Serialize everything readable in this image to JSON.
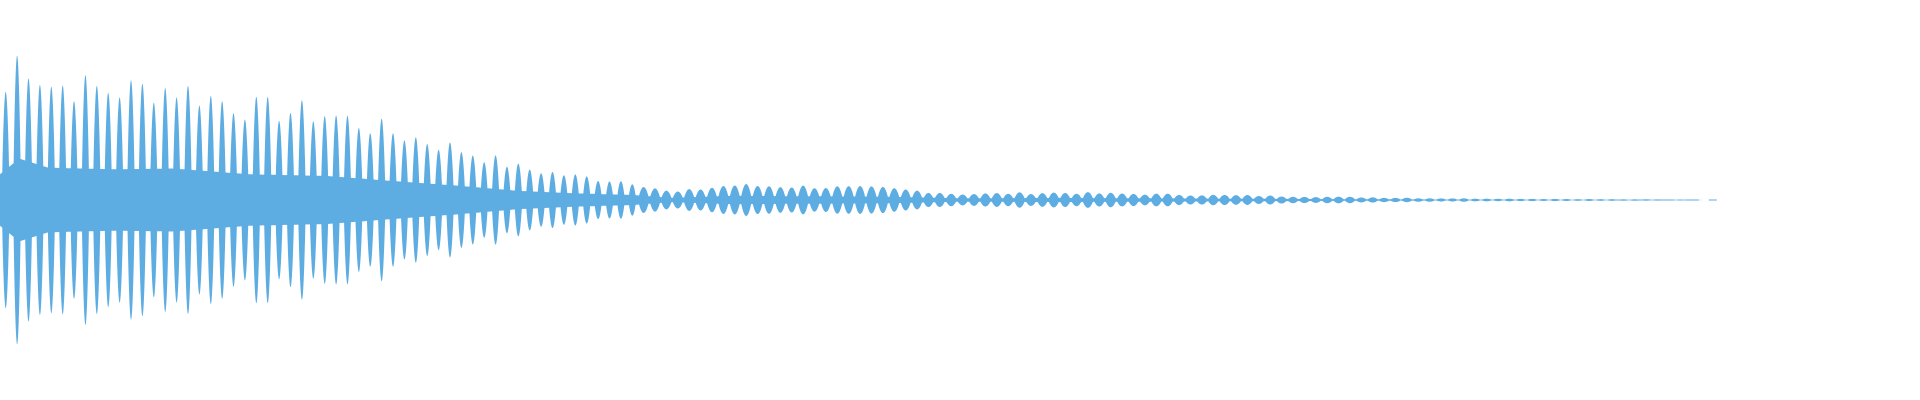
{
  "waveform": {
    "color": "#5dade2",
    "background": "#ffffff",
    "peak_amplitude": 1.0,
    "decay_envelope": [
      [
        0.0,
        0.62
      ],
      [
        0.01,
        1.0
      ],
      [
        0.025,
        0.78
      ],
      [
        0.06,
        0.74
      ],
      [
        0.09,
        0.76
      ],
      [
        0.13,
        0.62
      ],
      [
        0.17,
        0.58
      ],
      [
        0.21,
        0.44
      ],
      [
        0.24,
        0.34
      ],
      [
        0.27,
        0.22
      ],
      [
        0.3,
        0.16
      ],
      [
        0.33,
        0.12
      ],
      [
        0.35,
        0.05
      ],
      [
        0.38,
        0.1
      ],
      [
        0.42,
        0.09
      ],
      [
        0.46,
        0.08
      ],
      [
        0.5,
        0.04
      ],
      [
        0.55,
        0.05
      ],
      [
        0.6,
        0.04
      ],
      [
        0.65,
        0.03
      ],
      [
        0.7,
        0.02
      ],
      [
        0.75,
        0.012
      ],
      [
        0.8,
        0.008
      ],
      [
        0.85,
        0.005
      ],
      [
        0.88,
        0.003
      ],
      [
        0.89,
        0.0
      ]
    ],
    "cycles": 150
  }
}
